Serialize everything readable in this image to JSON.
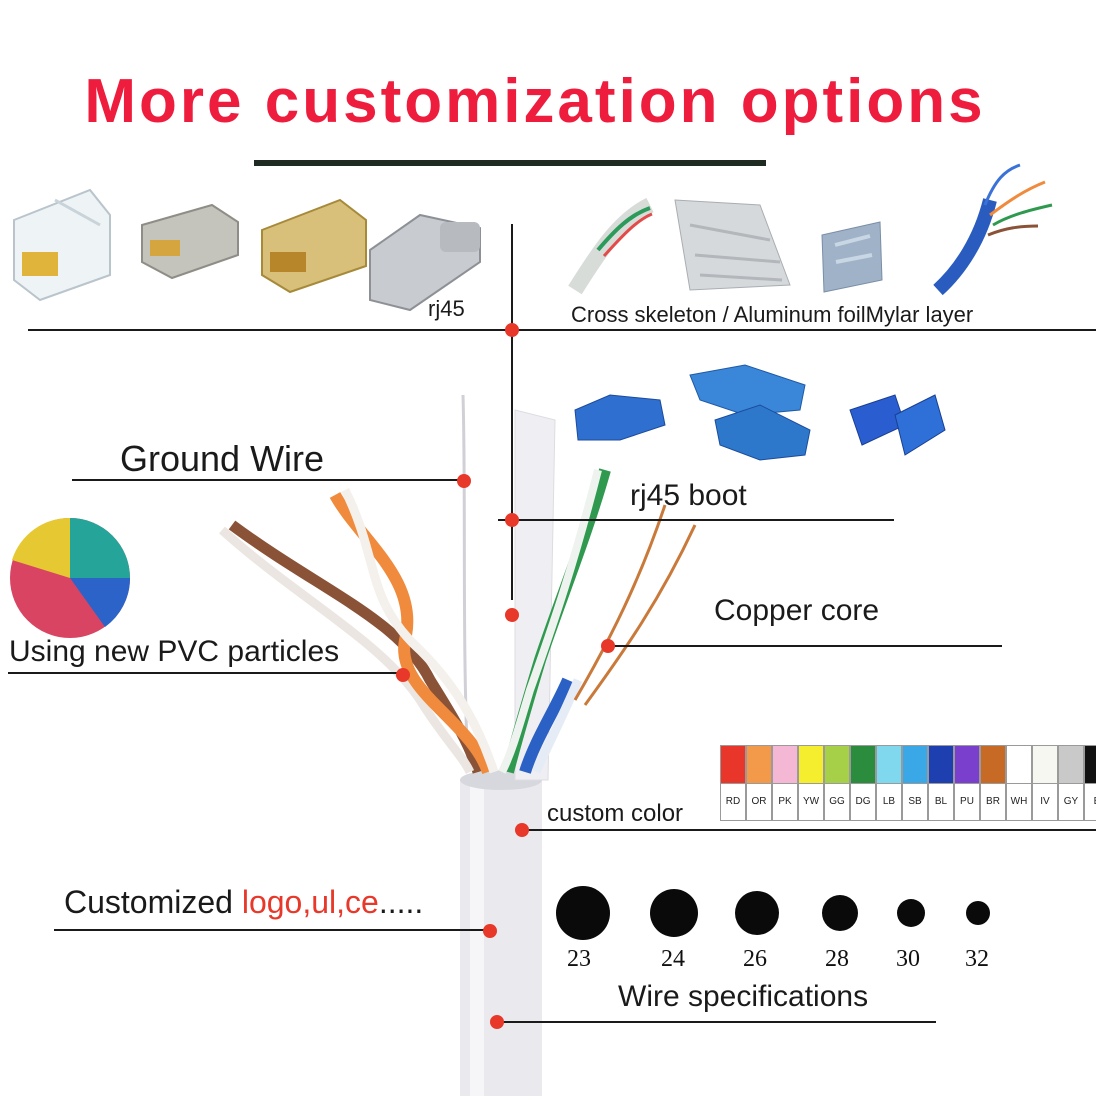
{
  "title": "More customization options",
  "labels": {
    "rj45": "rj45",
    "shield": "Cross skeleton / Aluminum foilMylar layer",
    "ground_wire": "Ground Wire",
    "rj45_boot": "rj45 boot",
    "copper_core": "Copper core",
    "pvc": "Using new PVC particles",
    "custom_color": "custom color",
    "customized_prefix": "Customized ",
    "customized_highlight": "logo,ul,ce",
    "customized_suffix": ".....",
    "wire_specs": "Wire specifications"
  },
  "colors": {
    "title": "#ee1c3d",
    "dot": "#e8382a",
    "highlight": "#e8382a",
    "divider": "#1e2a22"
  },
  "color_swatches": [
    {
      "code": "RD",
      "color": "#e8372a"
    },
    {
      "code": "OR",
      "color": "#f29a4a"
    },
    {
      "code": "PK",
      "color": "#f4b8d4"
    },
    {
      "code": "YW",
      "color": "#f5ee2f"
    },
    {
      "code": "GG",
      "color": "#a6d048"
    },
    {
      "code": "DG",
      "color": "#2a8c3c"
    },
    {
      "code": "LB",
      "color": "#7fd8ee"
    },
    {
      "code": "SB",
      "color": "#3aa8e6"
    },
    {
      "code": "BL",
      "color": "#1d3fb0"
    },
    {
      "code": "PU",
      "color": "#7a3fcc"
    },
    {
      "code": "BR",
      "color": "#c76a26"
    },
    {
      "code": "WH",
      "color": "#ffffff"
    },
    {
      "code": "IV",
      "color": "#f7f7f2"
    },
    {
      "code": "GY",
      "color": "#c9c9c9"
    },
    {
      "code": "B",
      "color": "#111111"
    }
  ],
  "wire_gauges": [
    "23",
    "24",
    "26",
    "28",
    "30",
    "32"
  ]
}
